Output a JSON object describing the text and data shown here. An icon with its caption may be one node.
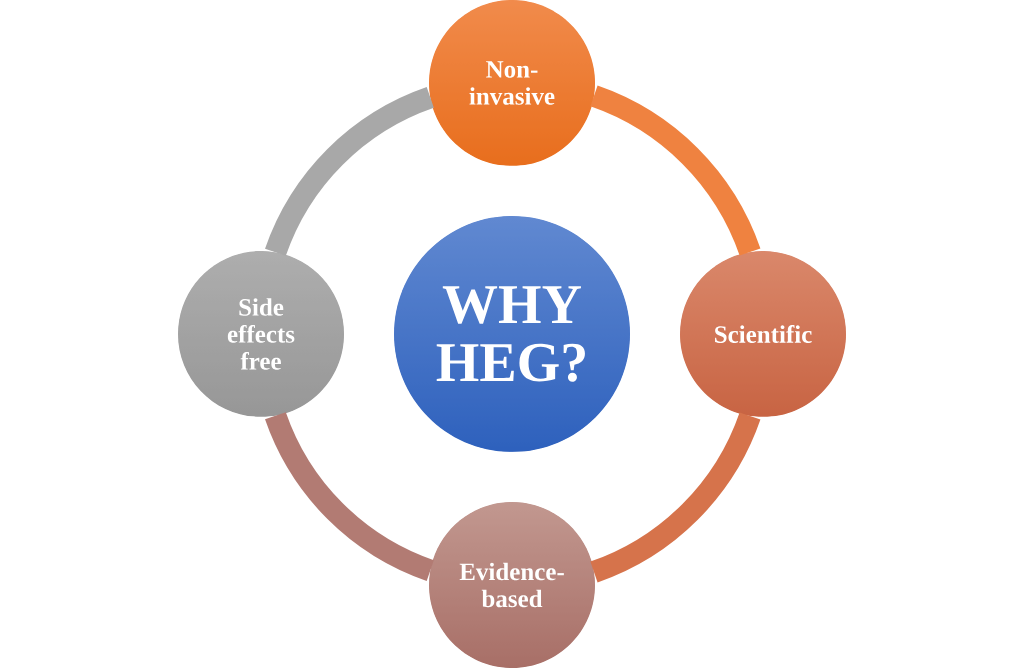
{
  "diagram": {
    "nodes": [
      {
        "text": [
          "Non-invasive"
        ]
      },
      {
        "text": [
          "Side effects free"
        ]
      },
      {
        "text": [
          "WHY HEG?"
        ]
      },
      {
        "text": [
          "Scientific"
        ]
      },
      {
        "text": [
          "Evidence-based"
        ]
      }
    ],
    "edges": [
      {
        "from": 0,
        "to": 3,
        "arrow": "none",
        "color": "#ef8240"
      },
      {
        "from": 3,
        "to": 4,
        "arrow": "none",
        "color": "#d6734b"
      },
      {
        "from": 4,
        "to": 1,
        "arrow": "none",
        "color": "#b27b73"
      },
      {
        "from": 1,
        "to": 0,
        "arrow": "none",
        "color": "#a8a8a8"
      }
    ]
  }
}
